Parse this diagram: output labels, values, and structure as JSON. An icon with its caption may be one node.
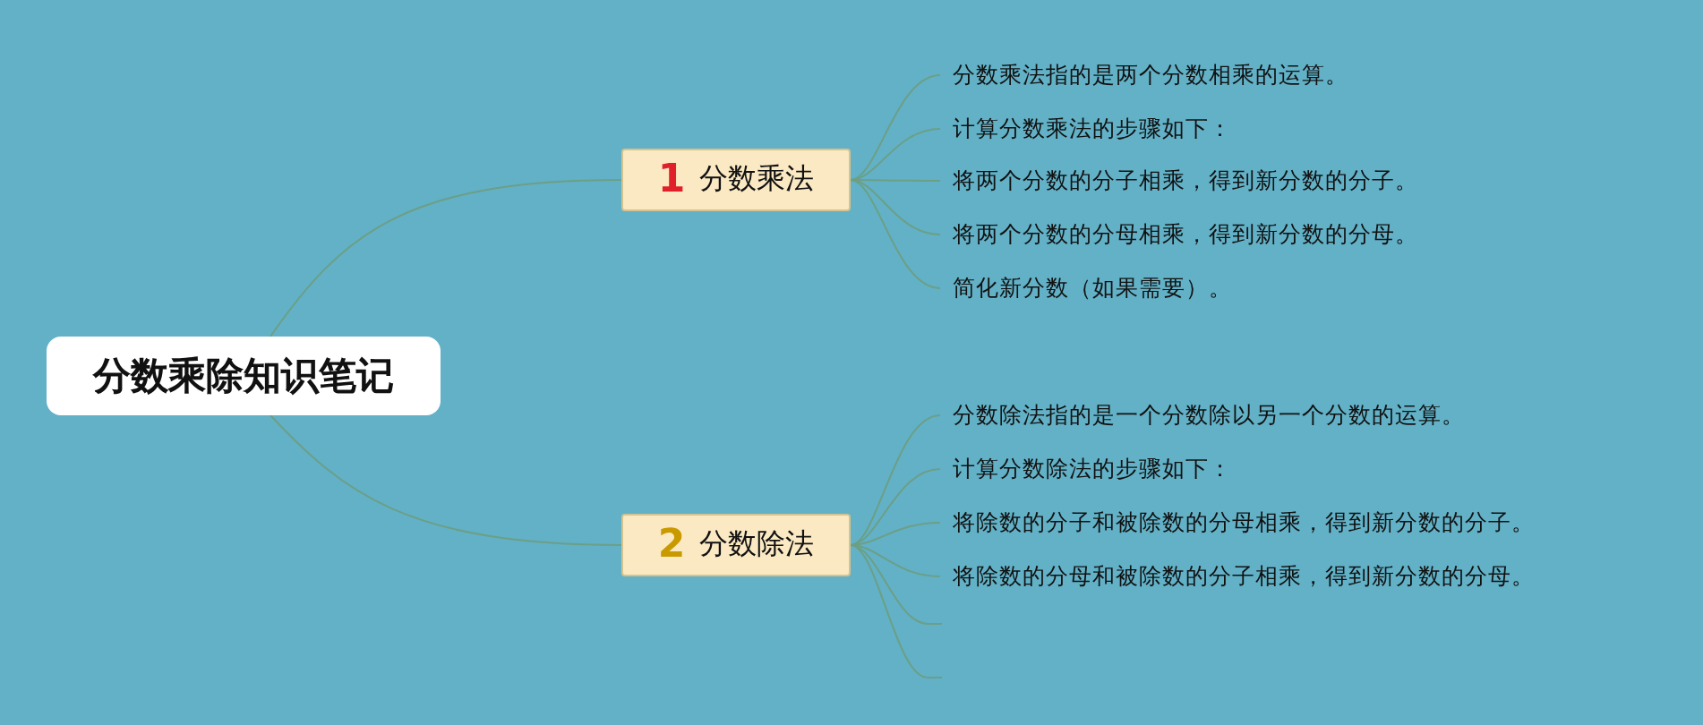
{
  "diagram": {
    "nodes": [
      {
        "text": [
          "分数乘除知识笔记"
        ]
      },
      {
        "text": [
          "1",
          "分数乘法"
        ]
      },
      {
        "text": [
          "分数乘法指的是两个分数相乘的运算。"
        ]
      },
      {
        "text": [
          "计算分数乘法的步骤如下："
        ]
      },
      {
        "text": [
          "将两个分数的分子相乘，得到新分数的分子。"
        ]
      },
      {
        "text": [
          "将两个分数的分母相乘，得到新分数的分母。"
        ]
      },
      {
        "text": [
          "简化新分数（如果需要）。"
        ]
      },
      {
        "text": [
          "2",
          "分数除法"
        ]
      },
      {
        "text": [
          "分数除法指的是一个分数除以另一个分数的运算。"
        ]
      },
      {
        "text": [
          "计算分数除法的步骤如下："
        ]
      },
      {
        "text": [
          "将除数的分子和被除数的分母相乘，得到新分数的分子。"
        ]
      },
      {
        "text": [
          "将除数的分母和被除数的分子相乘，得到新分数的分母。"
        ]
      },
      {
        "text": [],
        "shape": "line"
      },
      {
        "text": [],
        "shape": "line"
      }
    ],
    "edges": [
      {
        "from": 0,
        "to": 1,
        "arrow": "none"
      },
      {
        "from": 1,
        "to": 2,
        "arrow": "none"
      },
      {
        "from": 1,
        "to": 3,
        "arrow": "none"
      },
      {
        "from": 1,
        "to": 4,
        "arrow": "none"
      },
      {
        "from": 1,
        "to": 5,
        "arrow": "none"
      },
      {
        "from": 1,
        "to": 6,
        "arrow": "none"
      },
      {
        "from": 0,
        "to": 7,
        "arrow": "none"
      },
      {
        "from": 7,
        "to": 8,
        "arrow": "none"
      },
      {
        "from": 7,
        "to": 9,
        "arrow": "none"
      },
      {
        "from": 7,
        "to": 10,
        "arrow": "none"
      },
      {
        "from": 7,
        "to": 11,
        "arrow": "none"
      },
      {
        "from": 7,
        "to": 12,
        "arrow": "none"
      },
      {
        "from": 7,
        "to": 13,
        "arrow": "none"
      }
    ]
  }
}
